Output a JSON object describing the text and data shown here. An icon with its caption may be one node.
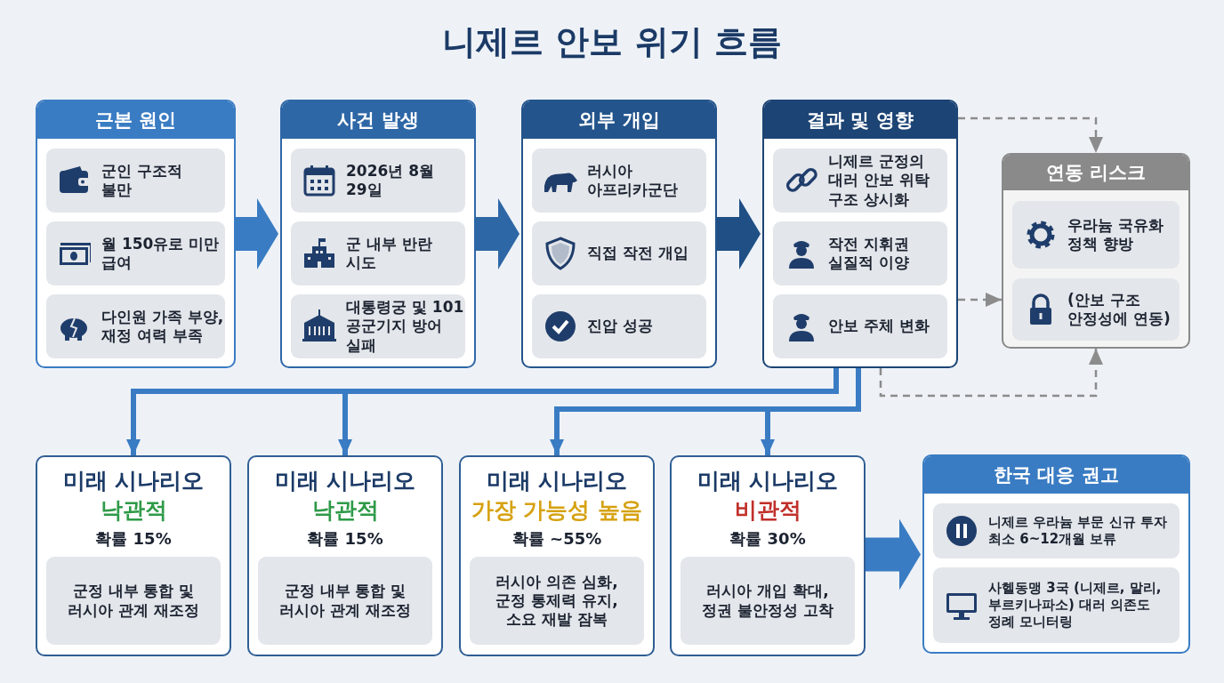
{
  "diagram": {
    "title": "니제르 안보 위기 흐름",
    "nodes": [
      {
        "text": [
          "근본 원인"
        ]
      },
      {
        "text": [
          "군인 구조적 불만"
        ],
        "in": 0
      },
      {
        "text": [
          "월 150유로 미만 급여"
        ],
        "in": 0
      },
      {
        "text": [
          "다인원 가족 부양, 재정 여력 부족"
        ],
        "in": 0
      },
      {
        "text": [
          "사건 발생"
        ]
      },
      {
        "text": [
          "2026년 8월 29일"
        ],
        "in": 4
      },
      {
        "text": [
          "군 내부 반란 시도"
        ],
        "in": 4
      },
      {
        "text": [
          "대통령궁 및 101 공군기지 방어 실패"
        ],
        "in": 4
      },
      {
        "text": [
          "외부 개입"
        ]
      },
      {
        "text": [
          "러시아 아프리카군단"
        ],
        "in": 8
      },
      {
        "text": [
          "직접 작전 개입"
        ],
        "in": 8
      },
      {
        "text": [
          "진압 성공"
        ],
        "in": 8
      },
      {
        "text": [
          "결과 및 영향"
        ]
      },
      {
        "text": [
          "니제르 군정의 대러 안보 위탁 구조 상시화"
        ],
        "in": 12
      },
      {
        "text": [
          "작전 지휘권 실질적 이양"
        ],
        "in": 12
      },
      {
        "text": [
          "안보 주체 변화"
        ],
        "in": 12
      },
      {
        "text": [
          "연동 리스크"
        ]
      },
      {
        "text": [
          "우라늄 국유화 정책 향방"
        ],
        "in": 16
      },
      {
        "text": [
          "(안보 구조 안정성에 연동)"
        ],
        "in": 16
      },
      {
        "text": [
          "미래 시나리오",
          "낙관적",
          "확률 15%"
        ]
      },
      {
        "text": [
          "군정 내부 통합 및 러시아 관계 재조정"
        ],
        "in": 19
      },
      {
        "text": [
          "미래 시나리오",
          "낙관적",
          "확률 15%"
        ]
      },
      {
        "text": [
          "군정 내부 통합 및 러시아 관계 재조정"
        ],
        "in": 21
      },
      {
        "text": [
          "미래 시나리오",
          "가장 가능성 높음",
          "확률 ~55%"
        ]
      },
      {
        "text": [
          "러시아 의존 심화, 군정 통제력 유지, 소요 재발 잠복"
        ],
        "in": 23
      },
      {
        "text": [
          "미래 시나리오",
          "비관적",
          "확률 30%"
        ]
      },
      {
        "text": [
          "러시아 개입 확대, 정권 불안정성 고착"
        ],
        "in": 25
      },
      {
        "text": [
          "한국 대응 권고"
        ]
      },
      {
        "text": [
          "니제르 우라늄 부문 신규 투자 최소 6~12개월 보류"
        ],
        "in": 27
      },
      {
        "text": [
          "사헬동맹 3국 (니제르, 말리, 부르키나파소) 대러 의존도 정례 모니터링"
        ],
        "in": 27
      }
    ],
    "edges": [
      {
        "from": 0,
        "to": 4,
        "arrow": "to"
      },
      {
        "from": 4,
        "to": 8,
        "arrow": "to"
      },
      {
        "from": 8,
        "to": 12,
        "arrow": "to"
      },
      {
        "from": 12,
        "to": 16,
        "arrow": "to",
        "style": "dashed",
        "color": "#8c8c8c"
      },
      {
        "from": 12,
        "to": 16,
        "arrow": "to",
        "style": "dashed",
        "color": "#8c8c8c"
      },
      {
        "from": 12,
        "to": 16,
        "arrow": "to",
        "style": "dashed",
        "color": "#8c8c8c"
      },
      {
        "from": 12,
        "to": 19,
        "arrow": "to"
      },
      {
        "from": 12,
        "to": 21,
        "arrow": "to"
      },
      {
        "from": 12,
        "to": 23,
        "arrow": "to"
      },
      {
        "from": 12,
        "to": 25,
        "arrow": "to"
      },
      {
        "from": 25,
        "to": 27,
        "arrow": "to"
      }
    ]
  }
}
